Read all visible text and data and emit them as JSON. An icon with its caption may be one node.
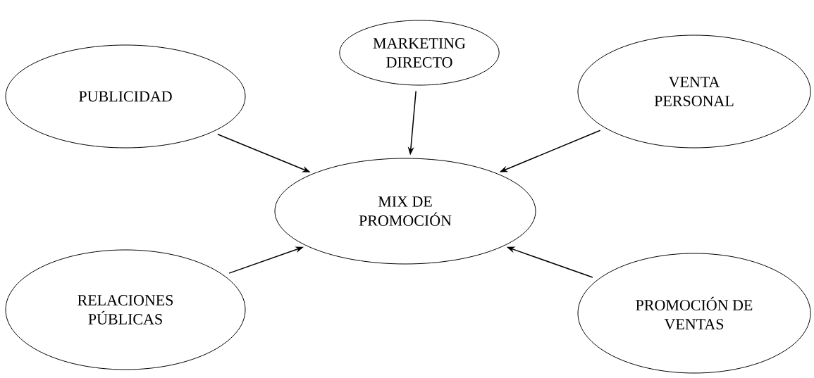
{
  "diagram": {
    "nodes": [
      {
        "text": [
          "MARKETING DIRECTO"
        ]
      },
      {
        "text": [
          "PUBLICIDAD"
        ]
      },
      {
        "text": [
          "VENTA PERSONAL"
        ]
      },
      {
        "text": [
          "MIX DE PROMOCIÓN"
        ]
      },
      {
        "text": [
          "RELACIONES PÚBLICAS"
        ]
      },
      {
        "text": [
          "PROMOCIÓN DE VENTAS"
        ]
      }
    ],
    "edges": [
      {
        "from": 0,
        "to": 3,
        "arrow": "to"
      },
      {
        "from": 1,
        "to": 3,
        "arrow": "to"
      },
      {
        "from": 2,
        "to": 3,
        "arrow": "to"
      },
      {
        "from": 4,
        "to": 3,
        "arrow": "to"
      },
      {
        "from": 5,
        "to": 3,
        "arrow": "to"
      }
    ]
  }
}
